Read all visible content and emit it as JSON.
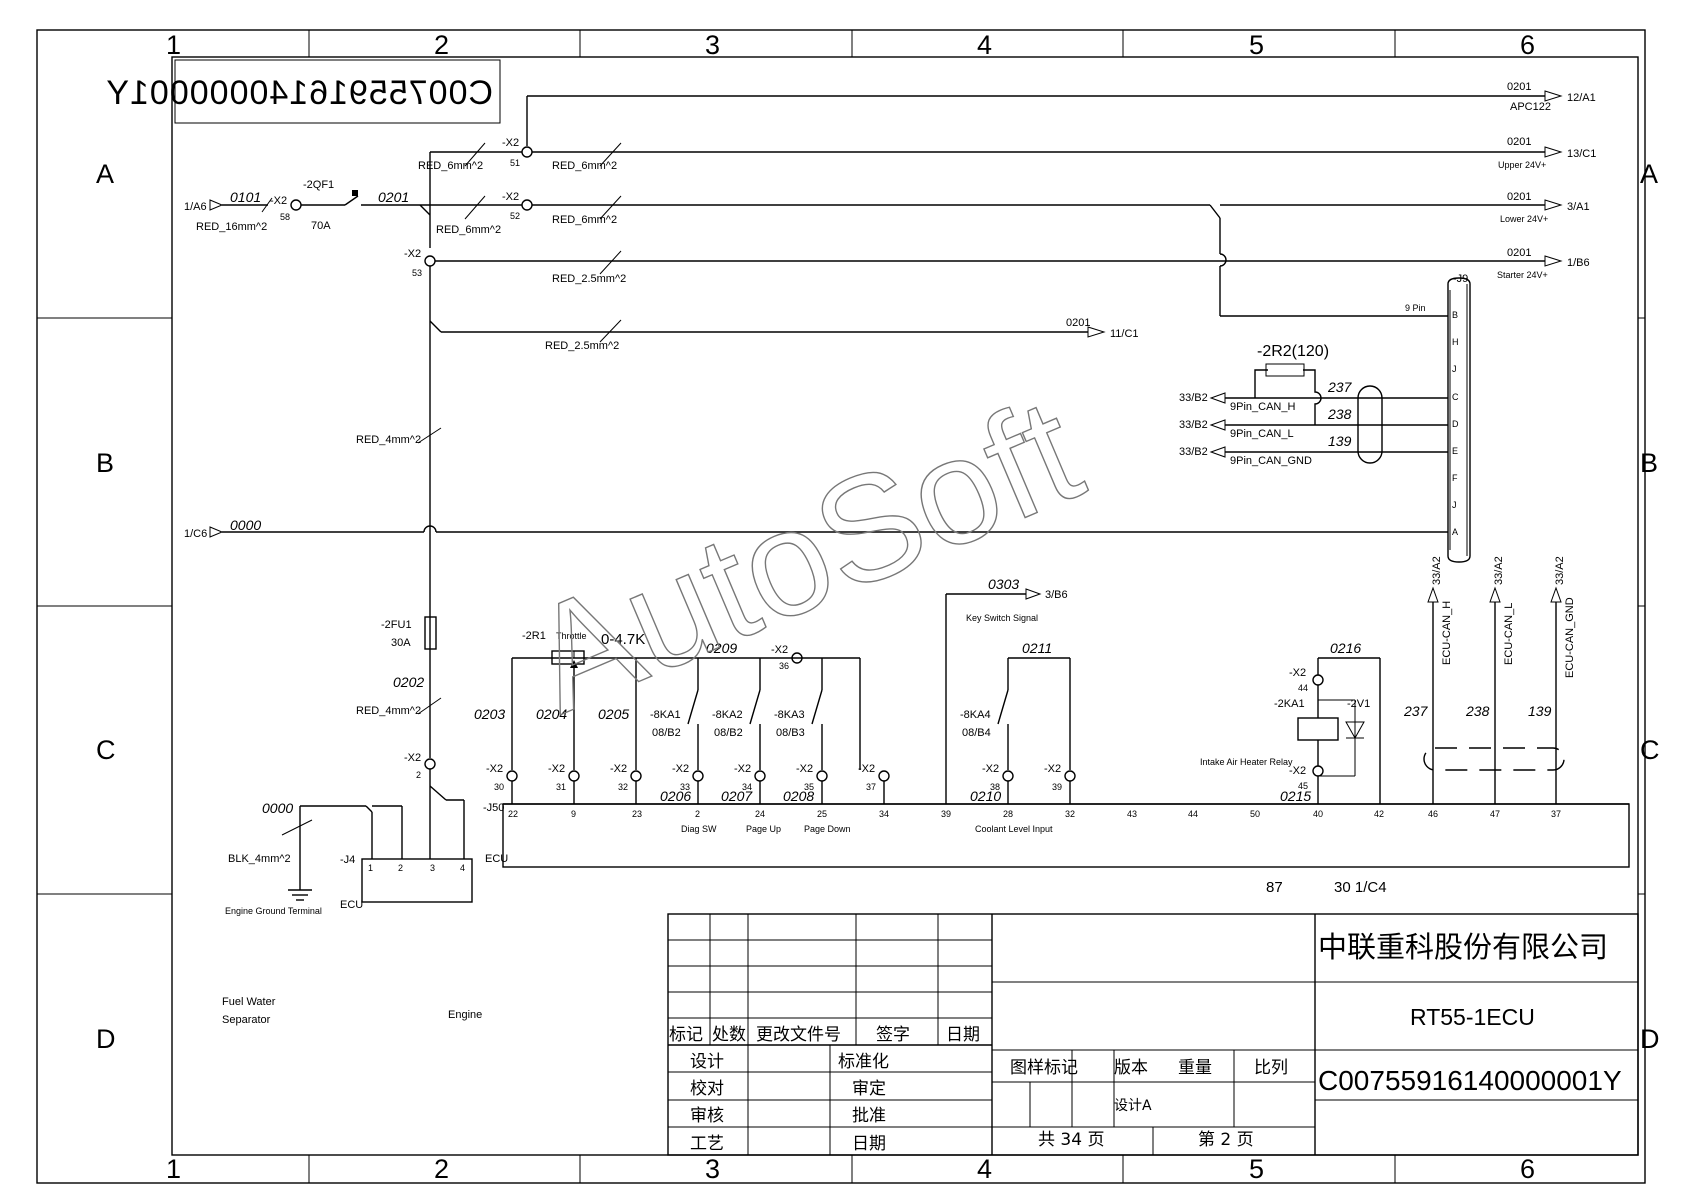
{
  "frame": {
    "columns": [
      "1",
      "2",
      "3",
      "4",
      "5",
      "6"
    ],
    "rows": [
      "A",
      "B",
      "C",
      "D"
    ],
    "doc_code_mirrored": "C00755916140000001Y"
  },
  "power": {
    "input_ref": "1/A6",
    "input_wire": "0101",
    "input_size": "RED_16mm^2",
    "x2_58": "-X2",
    "pin_58": "58",
    "breaker": "-2QF1",
    "breaker_rating": "70A",
    "bus_wire": "0201",
    "x2_51": "-X2",
    "pin_51": "51",
    "x2_52": "-X2",
    "pin_52": "52",
    "x2_53": "-X2",
    "pin_53": "53",
    "red6": "RED_6mm^2",
    "red25": "RED_2.5mm^2",
    "red4": "RED_4mm^2",
    "out1_wire": "0201",
    "out1_label": "APC122",
    "out1_ref": "12/A1",
    "out2_wire": "0201",
    "out2_label": "Upper 24V+",
    "out2_ref": "13/C1",
    "out3_wire": "0201",
    "out3_label": "Lower 24V+",
    "out3_ref": "3/A1",
    "out4_wire": "0201",
    "out4_label": "Starter 24V+",
    "out4_ref": "1/B6",
    "out5_wire": "0201",
    "out5_ref": "11/C1",
    "ground_ref": "1/C6",
    "ground_wire": "0000",
    "fuse": "-2FU1",
    "fuse_rating": "30A",
    "fuse_wire": "0202",
    "x2_2": "-X2",
    "pin_2": "2"
  },
  "j9": {
    "name": "-J9",
    "pin_note": "9 Pin",
    "pins": [
      "B",
      "H",
      "J",
      "C",
      "D",
      "E",
      "F",
      "J",
      "A"
    ],
    "resistor": "-2R2(120)",
    "can": [
      {
        "ref": "33/B2",
        "label": "9Pin_CAN_H",
        "wire": "237"
      },
      {
        "ref": "33/B2",
        "label": "9Pin_CAN_L",
        "wire": "238"
      },
      {
        "ref": "33/B2",
        "label": "9Pin_CAN_GND",
        "wire": "139"
      }
    ]
  },
  "ecu_can": [
    {
      "ref": "33/A2",
      "label": "ECU-CAN_H",
      "wire": "237"
    },
    {
      "ref": "33/A2",
      "label": "ECU-CAN_L",
      "wire": "238"
    },
    {
      "ref": "33/A2",
      "label": "ECU-CAN_GND",
      "wire": "139"
    }
  ],
  "j50": {
    "name": "-J50",
    "ecu": "ECU",
    "pins": [
      "22",
      "9",
      "23",
      "2",
      "24",
      "25",
      "34",
      "39",
      "28",
      "32",
      "43",
      "44",
      "50",
      "40",
      "42",
      "46",
      "47",
      "37"
    ],
    "throttle": {
      "name": "-2R1",
      "label": "Throttle",
      "range": "0-4.7K",
      "wire": "0209"
    },
    "wires": [
      "0203",
      "0204",
      "0205",
      "0206",
      "0207",
      "0208",
      "0210",
      "0215",
      "0211",
      "0216",
      "0303"
    ],
    "x2_pins": [
      "30",
      "31",
      "32",
      "33",
      "34",
      "35",
      "37",
      "36",
      "38",
      "39",
      "44",
      "45"
    ],
    "relays": [
      {
        "name": "-8KA1",
        "ref": "08/B2",
        "label": "Diag SW"
      },
      {
        "name": "-8KA2",
        "ref": "08/B2",
        "label": "Page Up"
      },
      {
        "name": "-8KA3",
        "ref": "08/B3",
        "label": "Page Down"
      },
      {
        "name": "-8KA4",
        "ref": "08/B4",
        "label": "Coolant Level Input"
      }
    ],
    "key_switch": {
      "wire": "0303",
      "ref": "3/B6",
      "label": "Key Switch Signal"
    },
    "heater": {
      "relay": "-2KA1",
      "diode": "-2V1",
      "label": "Intake Air Heater Relay"
    },
    "x2": "-X2",
    "bottom_note_a": "87",
    "bottom_note_b": "30 1/C4"
  },
  "j4": {
    "name": "-J4",
    "ecu": "ECU",
    "pins": [
      "1",
      "2",
      "3",
      "4"
    ],
    "wire": "0000",
    "size": "BLK_4mm^2",
    "ground_label": "Engine Ground Terminal"
  },
  "notes": {
    "fuel": "Fuel Water",
    "fuel2": "Separator",
    "engine": "Engine"
  },
  "watermark": "AutoSoft",
  "title_block": {
    "company": "中联重科股份有限公司",
    "drawing": "RT55-1ECU",
    "code": "C00755916140000001Y",
    "rev_headers": [
      "标记",
      "处数",
      "更改文件号",
      "签字",
      "日期"
    ],
    "sign_left": [
      "设计",
      "校对",
      "审核",
      "工艺"
    ],
    "sign_right": [
      "标准化",
      "审定",
      "批准",
      "日期"
    ],
    "info_headers": [
      "图样标记",
      "版本",
      "重量",
      "比列"
    ],
    "version": "设计A",
    "total_pages": "共 34 页",
    "page": "第 2 页"
  }
}
